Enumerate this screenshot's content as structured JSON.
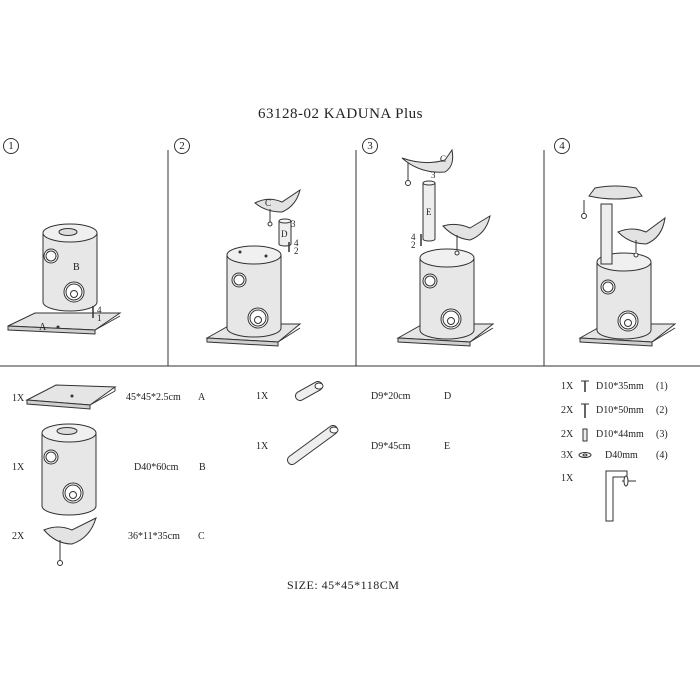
{
  "title": "63128-02 KADUNA Plus",
  "steps": [
    "1",
    "2",
    "3",
    "4"
  ],
  "callouts": {
    "step1": {
      "a": "A",
      "b": "B",
      "n4": "4",
      "n1": "1"
    },
    "step2": {
      "c": "C",
      "d": "D",
      "n3": "3",
      "n4": "4",
      "n2": "2"
    },
    "step3": {
      "c": "C",
      "e": "E",
      "n3": "3",
      "n4": "4",
      "n2": "2"
    }
  },
  "parts": [
    {
      "qty": "1X",
      "dim": "45*45*2.5cm",
      "letter": "A"
    },
    {
      "qty": "1X",
      "dim": "D40*60cm",
      "letter": "B"
    },
    {
      "qty": "2X",
      "dim": "36*11*35cm",
      "letter": "C"
    },
    {
      "qty": "1X",
      "dim": "D9*20cm",
      "letter": "D"
    },
    {
      "qty": "1X",
      "dim": "D9*45cm",
      "letter": "E"
    }
  ],
  "hardware": [
    {
      "qty": "1X",
      "dim": "D10*35mm",
      "code": "(1)"
    },
    {
      "qty": "2X",
      "dim": "D10*50mm",
      "code": "(2)"
    },
    {
      "qty": "2X",
      "dim": "D10*44mm",
      "code": "(3)"
    },
    {
      "qty": "3X",
      "dim": "D40mm",
      "code": "(4)"
    },
    {
      "qty": "1X",
      "dim": "",
      "code": ""
    }
  ],
  "size": "SIZE: 45*45*118CM"
}
